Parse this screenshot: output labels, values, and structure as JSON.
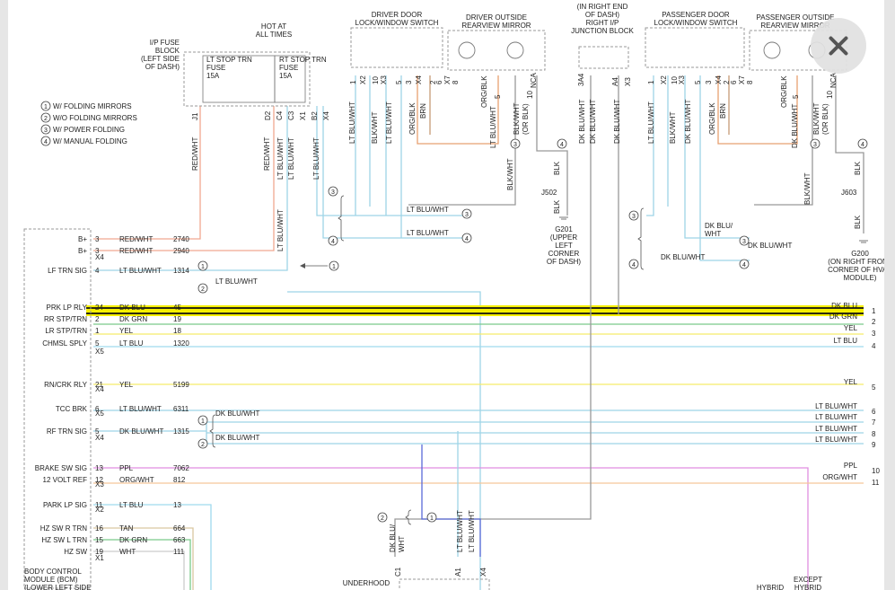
{
  "title_blocks": {
    "hot_at_all_times": [
      "HOT AT",
      "ALL TIMES"
    ],
    "ip_fuse_block": [
      "I/P FUSE",
      "BLOCK",
      "(LEFT SIDE",
      "OF DASH)"
    ],
    "lt_fuse": [
      "LT STOP TRN",
      "FUSE",
      "15A"
    ],
    "rt_fuse": [
      "RT STOP TRN",
      "FUSE",
      "15A"
    ],
    "driver_switch": [
      "DRIVER DOOR",
      "LOCK/WINDOW SWITCH"
    ],
    "driver_mirror": [
      "DRIVER OUTSIDE",
      "REARVIEW MIRROR"
    ],
    "junction_block": [
      "(IN RIGHT END",
      "OF DASH)",
      "RIGHT I/P",
      "JUNCTION BLOCK"
    ],
    "pass_switch": [
      "PASSENGER DOOR",
      "LOCK/WINDOW SWITCH"
    ],
    "pass_mirror": [
      "PASSENGER OUTSIDE",
      "REARVIEW MIRROR"
    ],
    "g201": [
      "G201",
      "(UPPER",
      "LEFT",
      "CORNER",
      "OF DASH)"
    ],
    "g200": [
      "G200",
      "(ON RIGHT FRONT",
      "CORNER OF HVAC",
      "MODULE)"
    ],
    "bcm": [
      "BODY CONTROL",
      "MODULE (BCM)",
      "(LOWER LEFT SIDE"
    ],
    "underhood": "UNDERHOOD",
    "hybrid": "HYBRID",
    "except_hybrid": [
      "EXCEPT",
      "HYBRID"
    ]
  },
  "legend": [
    {
      "num": "1",
      "text": "W/ FOLDING MIRRORS"
    },
    {
      "num": "2",
      "text": "W/O FOLDING MIRRORS"
    },
    {
      "num": "3",
      "text": "W/ POWER FOLDING"
    },
    {
      "num": "4",
      "text": "W/ MANUAL FOLDING"
    }
  ],
  "bcm_pins": [
    {
      "label": "B+",
      "pin": "3",
      "color": "RED/WHT",
      "circuit": "2740"
    },
    {
      "label": "B+",
      "pin": "3",
      "color": "RED/WHT",
      "circuit": "2940"
    },
    {
      "label": "LF TRN SIG",
      "pin": "4",
      "color": "LT BLU/WHT",
      "circuit": "1314"
    },
    {
      "label": "PRK LP RLY",
      "pin": "24",
      "color": "DK BLU",
      "circuit": "45"
    },
    {
      "label": "RR STP/TRN",
      "pin": "2",
      "color": "DK GRN",
      "circuit": "19"
    },
    {
      "label": "LR STP/TRN",
      "pin": "1",
      "color": "YEL",
      "circuit": "18"
    },
    {
      "label": "CHMSL SPLY",
      "pin": "5",
      "color": "LT BLU",
      "circuit": "1320"
    },
    {
      "label": "RN/CRK RLY",
      "pin": "21",
      "color": "YEL",
      "circuit": "5199"
    },
    {
      "label": "TCC BRK",
      "pin": "6",
      "color": "LT BLU/WHT",
      "circuit": "6311"
    },
    {
      "label": "RF TRN SIG",
      "pin": "5",
      "color": "DK BLU/WHT",
      "circuit": "1315"
    },
    {
      "label": "BRAKE SW SIG",
      "pin": "13",
      "color": "PPL",
      "circuit": "7062"
    },
    {
      "label": "12 VOLT REF",
      "pin": "12",
      "color": "ORG/WHT",
      "circuit": "812"
    },
    {
      "label": "PARK LP SIG",
      "pin": "11",
      "color": "LT BLU",
      "circuit": "13"
    },
    {
      "label": "HZ SW R TRN",
      "pin": "16",
      "color": "TAN",
      "circuit": "664"
    },
    {
      "label": "HZ SW L TRN",
      "pin": "15",
      "color": "DK GRN",
      "circuit": "663"
    },
    {
      "label": "HZ SW",
      "pin": "19",
      "color": "WHT",
      "circuit": "111"
    }
  ],
  "connector_ids": [
    "X4",
    "X5",
    "X4",
    "X5",
    "X4",
    "X3",
    "X2",
    "X1"
  ],
  "right_side": [
    {
      "color": "DK BLU",
      "num": "1"
    },
    {
      "color": "DK GRN",
      "num": "2"
    },
    {
      "color": "YEL",
      "num": "3"
    },
    {
      "color": "LT BLU",
      "num": "4"
    },
    {
      "color": "YEL",
      "num": "5"
    },
    {
      "color": "LT BLU/WHT",
      "num": "6"
    },
    {
      "color": "LT BLU/WHT",
      "num": "7"
    },
    {
      "color": "LT BLU/WHT",
      "num": "8"
    },
    {
      "color": "LT BLU/WHT",
      "num": "9"
    },
    {
      "color": "PPL",
      "num": "10"
    },
    {
      "color": "ORG/WHT",
      "num": "11"
    }
  ],
  "wire_labels": {
    "red_wht": "RED/WHT",
    "lt_blu_wht": "LT BLU/WHT",
    "dk_blu_wht": "DK BLU/WHT",
    "blk_wht": "BLK/WHT",
    "blk_wht_or_blk": "BLK/WHT\n(OR BLK)",
    "blk": "BLK",
    "org_blk": "ORG/BLK",
    "brn": "BRN",
    "nca": "NCA",
    "dk_blu_wht_stack": [
      "DK BLU/",
      "WHT"
    ]
  },
  "fuse_pins": {
    "lt": "J1",
    "rt": [
      "D2",
      "C4",
      "C3",
      "X1",
      "B2",
      "X4"
    ]
  },
  "driver_switch_pins": [
    "1",
    "X2",
    "10",
    "X3",
    "5",
    "3",
    "X4",
    "2",
    "6",
    "X7",
    "8"
  ],
  "driver_mirror_pins": [
    "5",
    "10"
  ],
  "junction_pins": [
    "3A4",
    "A4",
    "X3"
  ],
  "pass_switch_pins": [
    "1",
    "X2",
    "10",
    "X3",
    "5",
    "3",
    "X4",
    "2",
    "6",
    "X7",
    "8"
  ],
  "pass_mirror_pins": [
    "5",
    "10"
  ],
  "splices": {
    "j502": "J502",
    "j603": "J603"
  },
  "underhood_pins": [
    "C1",
    "A1",
    "X4"
  ],
  "colors": {
    "red_wht": "#f0a890",
    "lt_blu_wht": "#9ed4e6",
    "dk_blu": "#5a6ad8",
    "dk_grn": "#7acb8a",
    "yel": "#f5ec6a",
    "lt_blu": "#9fd9ee",
    "ppl": "#e08ee0",
    "org_wht": "#f5c69a",
    "org_blk": "#e8a070",
    "brn": "#c79a75",
    "blk": "#999999",
    "highlight": "#f6f000",
    "dashed_box": "#9a9a9a"
  }
}
